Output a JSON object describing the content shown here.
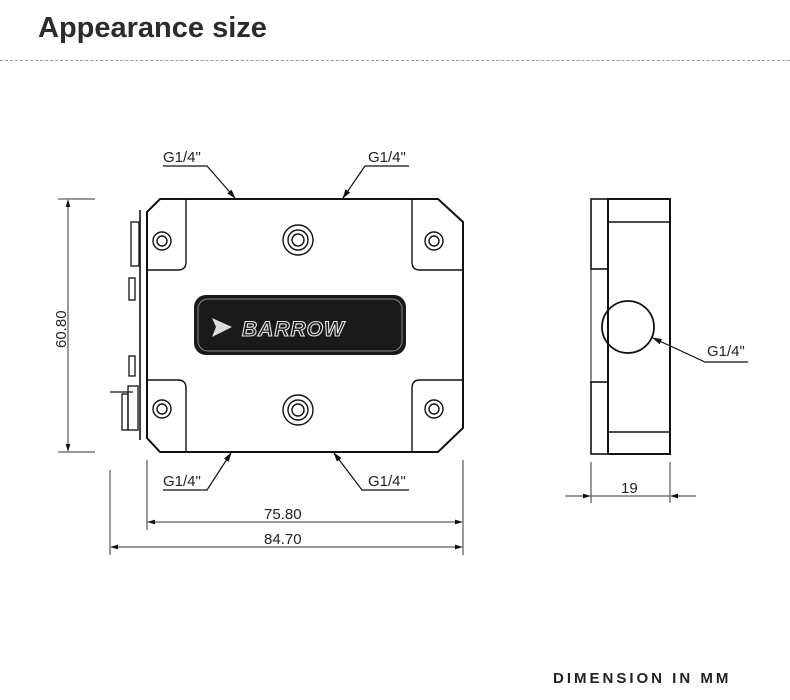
{
  "header": {
    "title": "Appearance size"
  },
  "front_view": {
    "callouts": [
      "G1/4\"",
      "G1/4\"",
      "G1/4\"",
      "G1/4\""
    ],
    "height_dim": "60.80",
    "width_inner_dim": "75.80",
    "width_outer_dim": "84.70",
    "logo": {
      "brand": "BARROW"
    }
  },
  "side_view": {
    "callout": "G1/4\"",
    "depth_dim": "19"
  },
  "footer": {
    "note": "DIMENSION IN MM"
  },
  "colors": {
    "line": "#111111",
    "dim": "#333333",
    "logo_plate": "#1a1a1a"
  }
}
